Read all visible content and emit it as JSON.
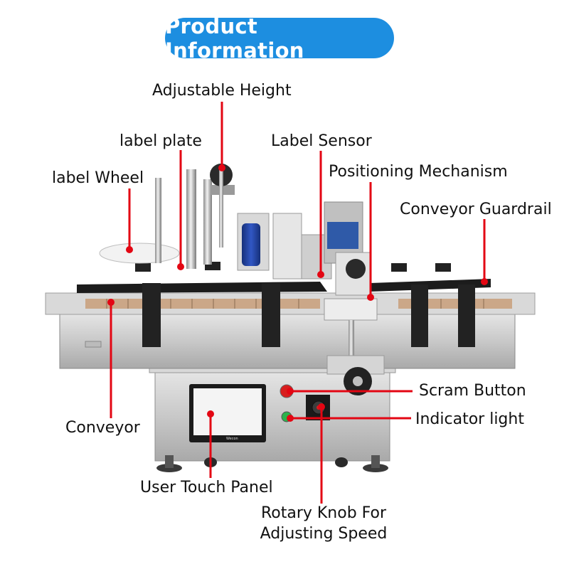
{
  "title": "Product Information",
  "accent_color": "#1d8ee0",
  "callout_color": "#e30613",
  "labels": {
    "adjustable_height": "Adjustable Height",
    "label_plate": "label plate",
    "label_sensor": "Label Sensor",
    "label_wheel": "label Wheel",
    "positioning_mechanism": "Positioning Mechanism",
    "conveyor_guardrail": "Conveyor Guardrail",
    "scram_button": "Scram Button",
    "indicator_light": "Indicator light",
    "conveyor": "Conveyor",
    "user_touch_panel": "User Touch Panel",
    "rotary_knob_line1": "Rotary Knob For",
    "rotary_knob_line2": "Adjusting Speed"
  }
}
